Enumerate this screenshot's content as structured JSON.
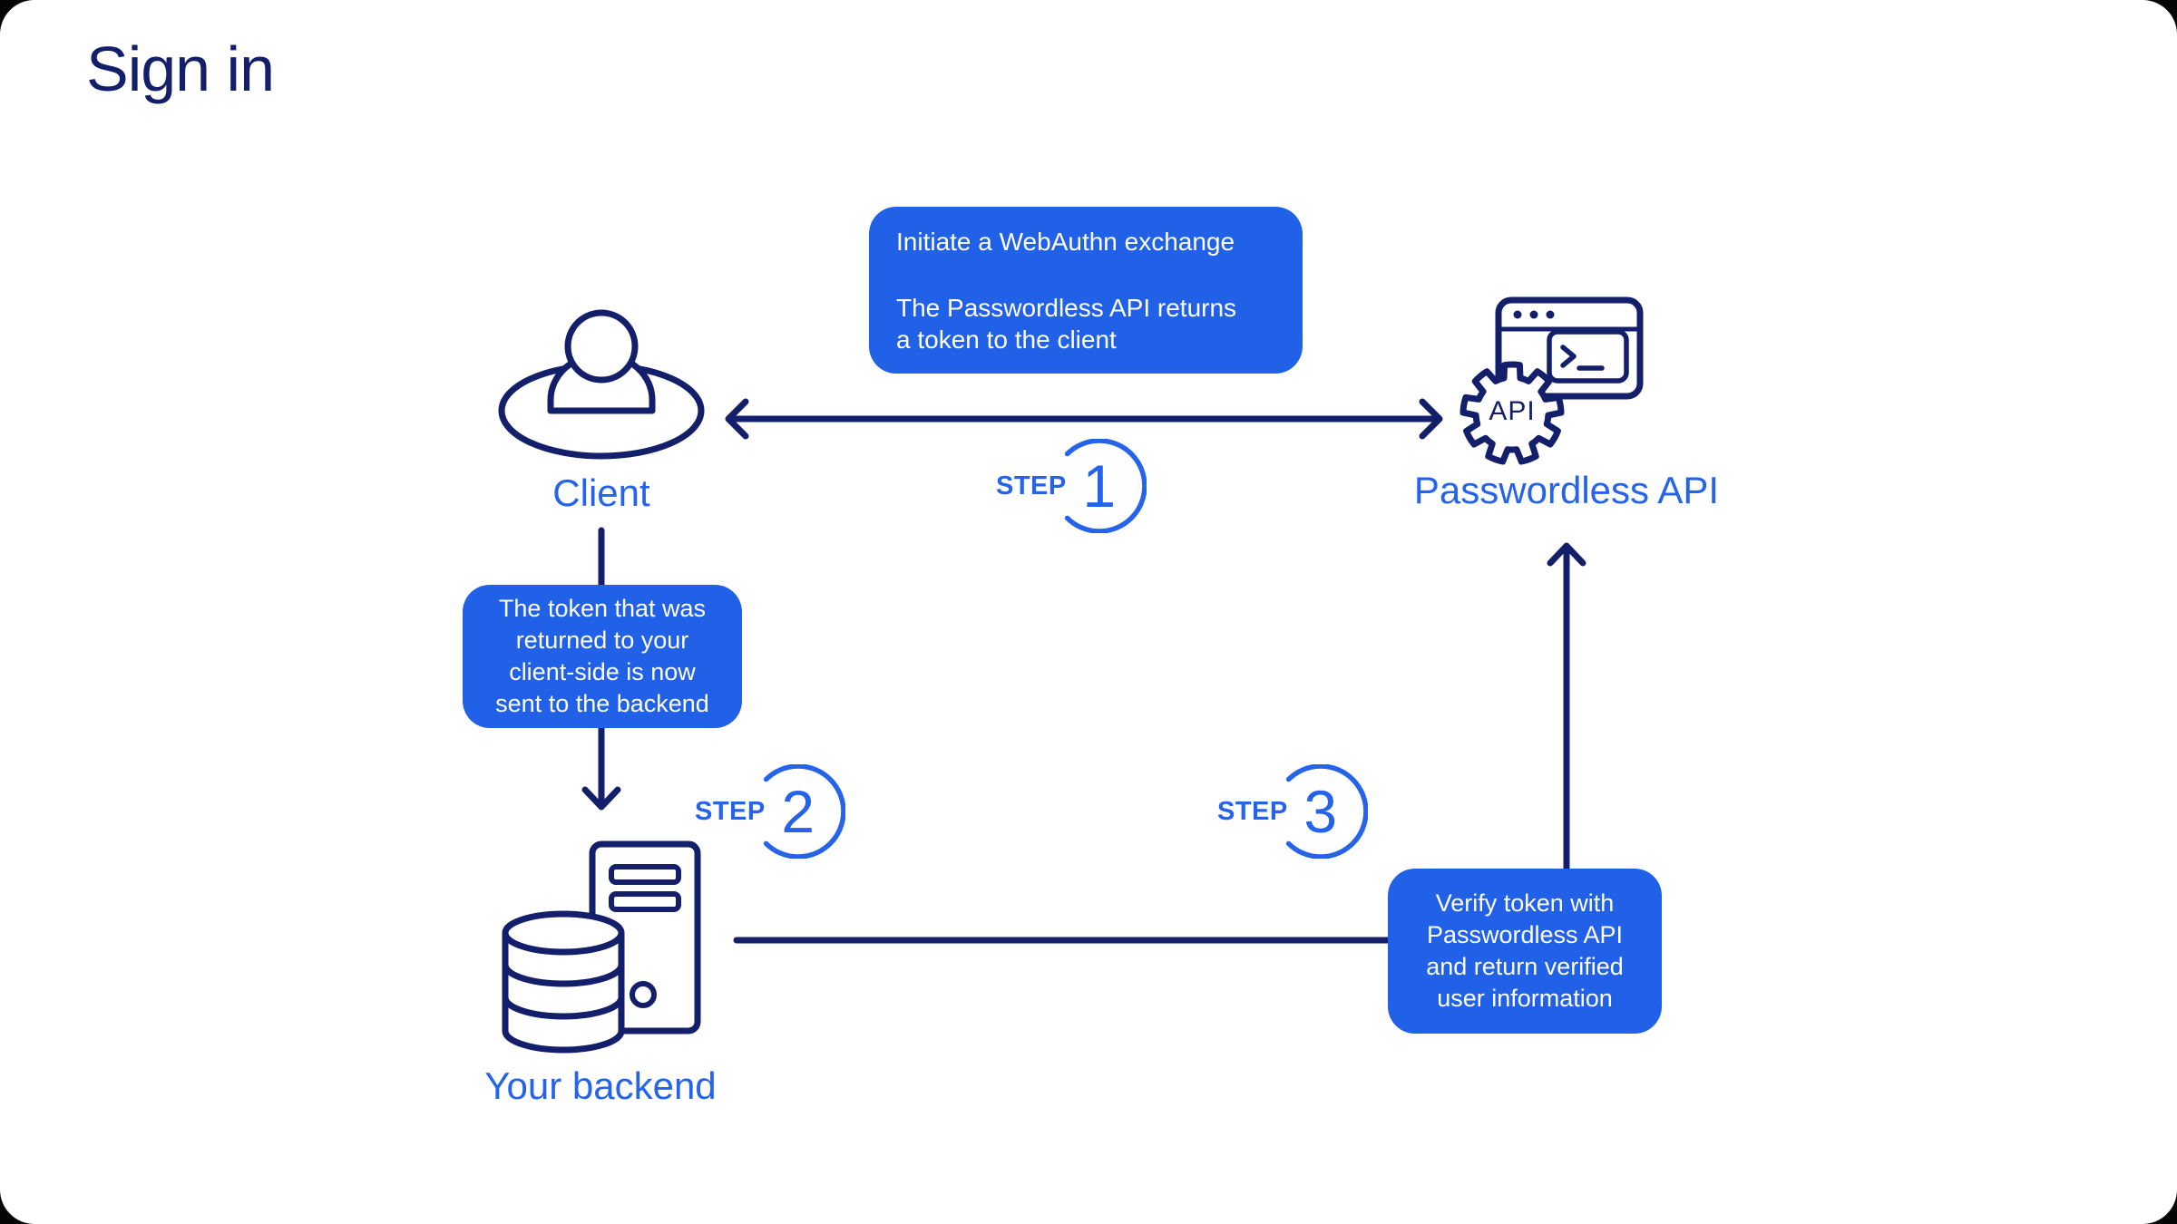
{
  "title": "Sign in",
  "colors": {
    "navy": "#131f6b",
    "accent_blue": "#2563eb",
    "callout_blue": "#2161e8",
    "callout_text": "#ffffff",
    "background": "#ffffff"
  },
  "nodes": {
    "client": {
      "label": "Client"
    },
    "api": {
      "label": "Passwordless API",
      "gear_text": "API"
    },
    "backend": {
      "label": "Your backend"
    }
  },
  "steps": [
    {
      "prefix": "STEP",
      "number": "1"
    },
    {
      "prefix": "STEP",
      "number": "2"
    },
    {
      "prefix": "STEP",
      "number": "3"
    }
  ],
  "callouts": {
    "initiate": {
      "para1": "Initiate a WebAuthn exchange",
      "para2": "The Passwordless API returns\na token to the client"
    },
    "token": {
      "text": "The token that was\nreturned to your\nclient-side is now\nsent to the backend"
    },
    "verify": {
      "text": "Verify token with\nPasswordless API\nand return verified\nuser information"
    }
  }
}
